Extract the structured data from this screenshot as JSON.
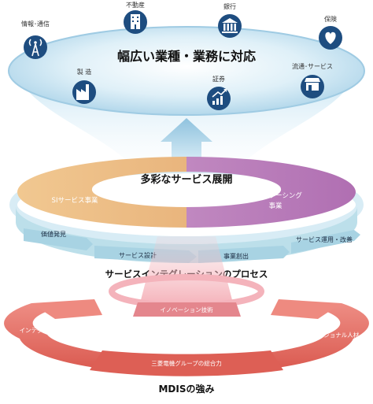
{
  "diagram": {
    "title_top": "幅広い業種・業務に対応",
    "industries": [
      {
        "label": "情報･通信",
        "icon": "antenna-icon"
      },
      {
        "label": "不動産",
        "icon": "building-icon"
      },
      {
        "label": "銀行",
        "icon": "bank-icon"
      },
      {
        "label": "保険",
        "icon": "heart-icon"
      },
      {
        "label": "製 造",
        "icon": "factory-icon"
      },
      {
        "label": "証券",
        "icon": "growth-chart-icon"
      },
      {
        "label": "流通･サービス",
        "icon": "store-icon"
      }
    ],
    "service_title": "多彩なサービス展開",
    "businesses": [
      {
        "label": "SIサービス事業"
      },
      {
        "label": "アウトソーシング\n事業"
      }
    ],
    "process_steps": [
      "価値発見",
      "サービス設計",
      "事業創出",
      "サービス運用・改善"
    ],
    "process_title": "サービスインテグレーションのプロセス",
    "innovation": "イノベーション技術",
    "strengths": [
      "インテグレーション力",
      "プロフェッショナル人材",
      "三菱電機グループの総合力"
    ],
    "strength_title": "MDISの強み",
    "colors": {
      "top_ellipse": "#c6e0ee",
      "icon_circle": "#1e4d80",
      "si_band": "#f0c48a",
      "outsourcing_band": "#b77ab8",
      "process_ring": "#b8dce8",
      "strength_ring": "#e06a60",
      "arrow": "#9ec9e2"
    }
  }
}
